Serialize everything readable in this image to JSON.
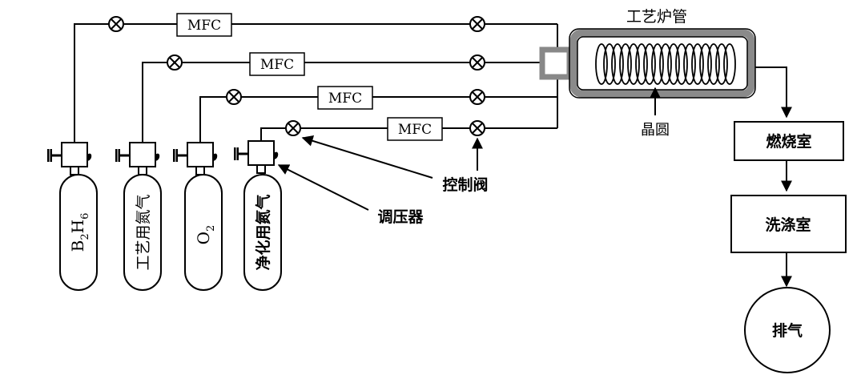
{
  "furnace": {
    "title": "工艺炉管",
    "wafer_label": "晶圆"
  },
  "mfc_label": "MFC",
  "callouts": {
    "control_valve": "控制阀",
    "regulator": "调压器"
  },
  "cylinders": [
    {
      "label": "B2H6",
      "base1": "B",
      "sub1": "2",
      "base2": "H",
      "sub2": "6"
    },
    {
      "label": "工艺用氮气"
    },
    {
      "label": "O2",
      "base1": "O",
      "sub1": "2"
    },
    {
      "label": "净化用氮气"
    }
  ],
  "exhaust_chain": {
    "combustion": "燃烧室",
    "scrubber": "洗涤室",
    "exhaust": "排气"
  }
}
